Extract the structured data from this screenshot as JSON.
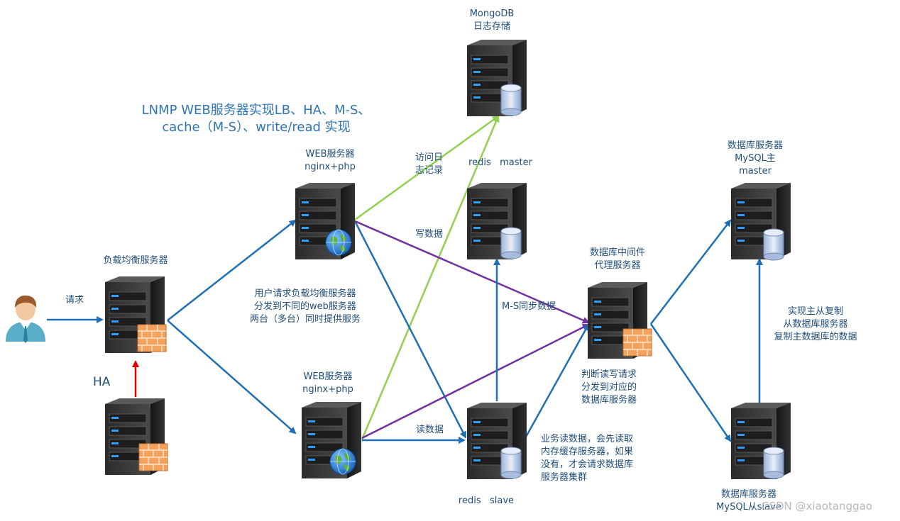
{
  "title": "LNMP WEB服务器实现LB、HA、M-S、\ncache（M-S）、write/read 实现",
  "nodes": {
    "user": {
      "icon": "user-icon"
    },
    "load_balancer": {
      "label": "负载均衡服务器"
    },
    "ha_backup": {
      "label": "HA"
    },
    "web1": {
      "label": "WEB服务器\nnginx+php"
    },
    "web2": {
      "label": "WEB服务器\nnginx+php"
    },
    "mongodb": {
      "label": "MongoDB\n日志存储"
    },
    "redis_master": {
      "label": "redis   master"
    },
    "redis_slave": {
      "label": "redis   slave"
    },
    "db_proxy": {
      "label": "数据库中间件\n代理服务器"
    },
    "mysql_master": {
      "label": "数据库服务器\nMySQL主\nmaster"
    },
    "mysql_slave": {
      "label": "数据库服务器\nMySQL从slave"
    }
  },
  "edge_labels": {
    "request": "请求",
    "access_log": "访问日\n志记录",
    "write_data": "写数据",
    "read_data": "读数据",
    "ms_sync": "M-S同步数据",
    "lb_desc": "用户请求负载均衡服务器\n分发到不同的web服务器\n两台（多台）同时提供服务",
    "proxy_desc": "判断读写请求\n分发到对应的\n数据库服务器",
    "cache_desc": "业务读数据，会先读取\n内存缓存服务器，如果\n没有，才会请求数据库\n服务器集群",
    "repl_desc": "实现主从复制\n从数据库服务器\n复制主数据库的数据"
  },
  "watermark": "CSDN @xiaotanggao",
  "colors": {
    "blue": "#1f6fb5",
    "green": "#92d050",
    "purple": "#7030a0",
    "red": "#e00000",
    "text": "#1f4e79"
  }
}
